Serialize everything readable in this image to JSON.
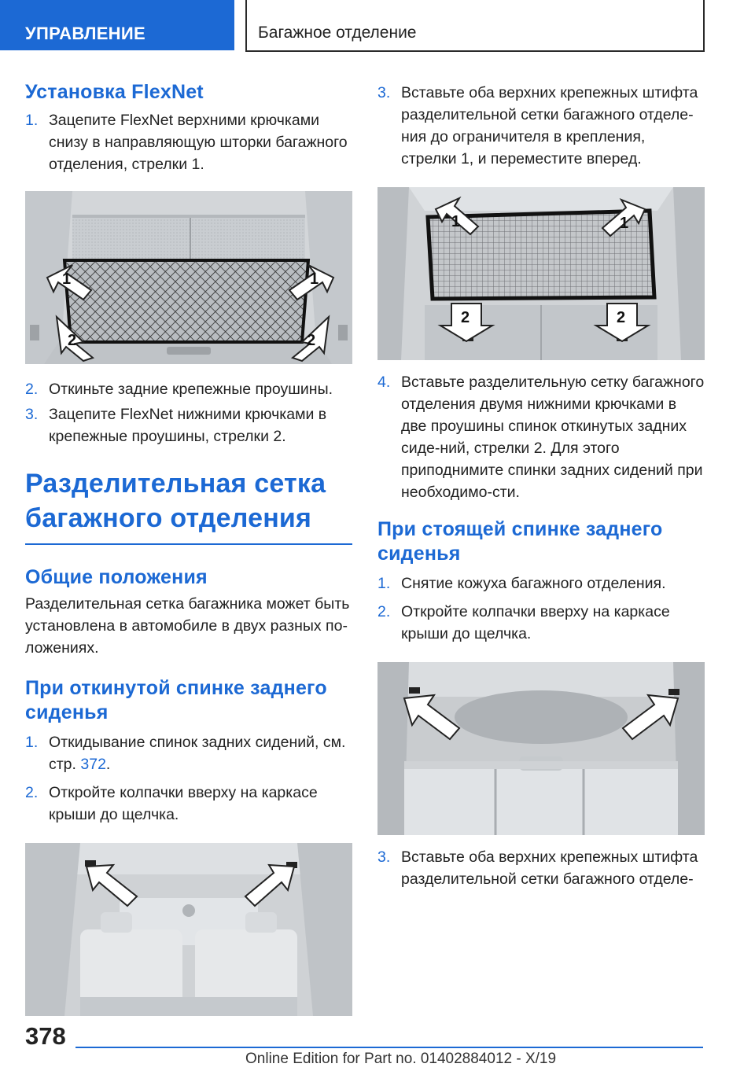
{
  "header": {
    "section": "УПРАВЛЕНИЕ",
    "chapter": "Багажное отделение"
  },
  "left": {
    "install_title": "Установка FlexNet",
    "install_steps": [
      {
        "num": "1.",
        "text": "Зацепите FlexNet верхними крючками снизу в направляющую шторки багажного отделения, стрелки 1."
      },
      {
        "num": "2.",
        "text": "Откиньте задние крепежные проушины."
      },
      {
        "num": "3.",
        "text": "Зацепите FlexNet нижними крючками в крепежные проушины, стрелки 2."
      }
    ],
    "section_title_line1": "Разделительная сетка",
    "section_title_line2": "багажного отделения",
    "general_title": "Общие положения",
    "general_text": "Разделительная сетка багажника может быть установлена в автомобиле в двух разных по-ложениях.",
    "folded_title_line1": "При откинутой спинке заднего",
    "folded_title_line2": "сиденья",
    "folded_steps": [
      {
        "num": "1.",
        "text": "Откидывание спинок задних сидений, см. стр.",
        "link": "372",
        "tail": "."
      },
      {
        "num": "2.",
        "text": "Откройте колпачки вверху на каркасе крыши до щелчка."
      }
    ]
  },
  "right": {
    "steps_a": [
      {
        "num": "3.",
        "text": "Вставьте оба верхних крепежных штифта разделительной сетки багажного отделе-ния до ограничителя в крепления, стрелки 1, и переместите вперед."
      },
      {
        "num": "4.",
        "text": "Вставьте разделительную сетку багажного отделения двумя нижними крючками в две проушины спинок откинутых задних сиде-ний, стрелки 2. Для этого приподнимите спинки задних сидений при необходимо-сти."
      }
    ],
    "upright_title_line1": "При стоящей спинке заднего",
    "upright_title_line2": "сиденья",
    "upright_steps": [
      {
        "num": "1.",
        "text": "Снятие кожуха багажного отделения."
      },
      {
        "num": "2.",
        "text": "Откройте колпачки вверху на каркасе крыши до щелчка."
      },
      {
        "num": "3.",
        "text": "Вставьте оба верхних крепежных штифта разделительной сетки багажного отделе-"
      }
    ]
  },
  "figures": {
    "arrow_label_1": "1",
    "arrow_label_2": "2"
  },
  "footer": {
    "page_number": "378",
    "edition": "Online Edition for Part no. 01402884012 - X/19"
  },
  "colors": {
    "accent": "#1c69d4"
  }
}
